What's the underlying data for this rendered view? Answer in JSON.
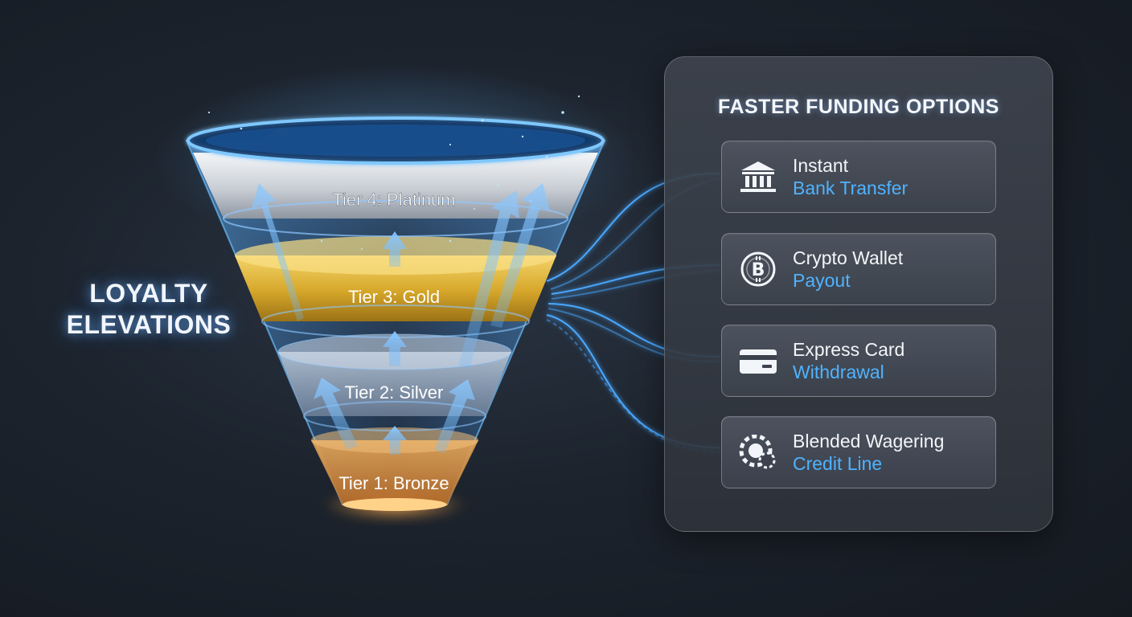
{
  "side_title": {
    "line1": "LOYALTY",
    "line2": "ELEVATIONS"
  },
  "funnel": {
    "tiers": [
      {
        "label": "Tier 4: Platinum",
        "color": "#d9dde2"
      },
      {
        "label": "Tier 3: Gold",
        "color": "#e0b63a"
      },
      {
        "label": "Tier 2: Silver",
        "color": "#9fb2c8"
      },
      {
        "label": "Tier 1: Bronze",
        "color": "#d58a3c"
      }
    ],
    "accent": "#4aa8ff"
  },
  "panel": {
    "title": "FASTER FUNDING OPTIONS",
    "options": [
      {
        "line1": "Instant",
        "line2": "Bank Transfer",
        "icon": "bank-icon"
      },
      {
        "line1": "Crypto Wallet",
        "line2": "Payout",
        "icon": "bitcoin-icon"
      },
      {
        "line1": "Express Card",
        "line2": "Withdrawal",
        "icon": "credit-card-icon"
      },
      {
        "line1": "Blended Wagering",
        "line2": "Credit Line",
        "icon": "casino-chip-icon"
      }
    ]
  }
}
